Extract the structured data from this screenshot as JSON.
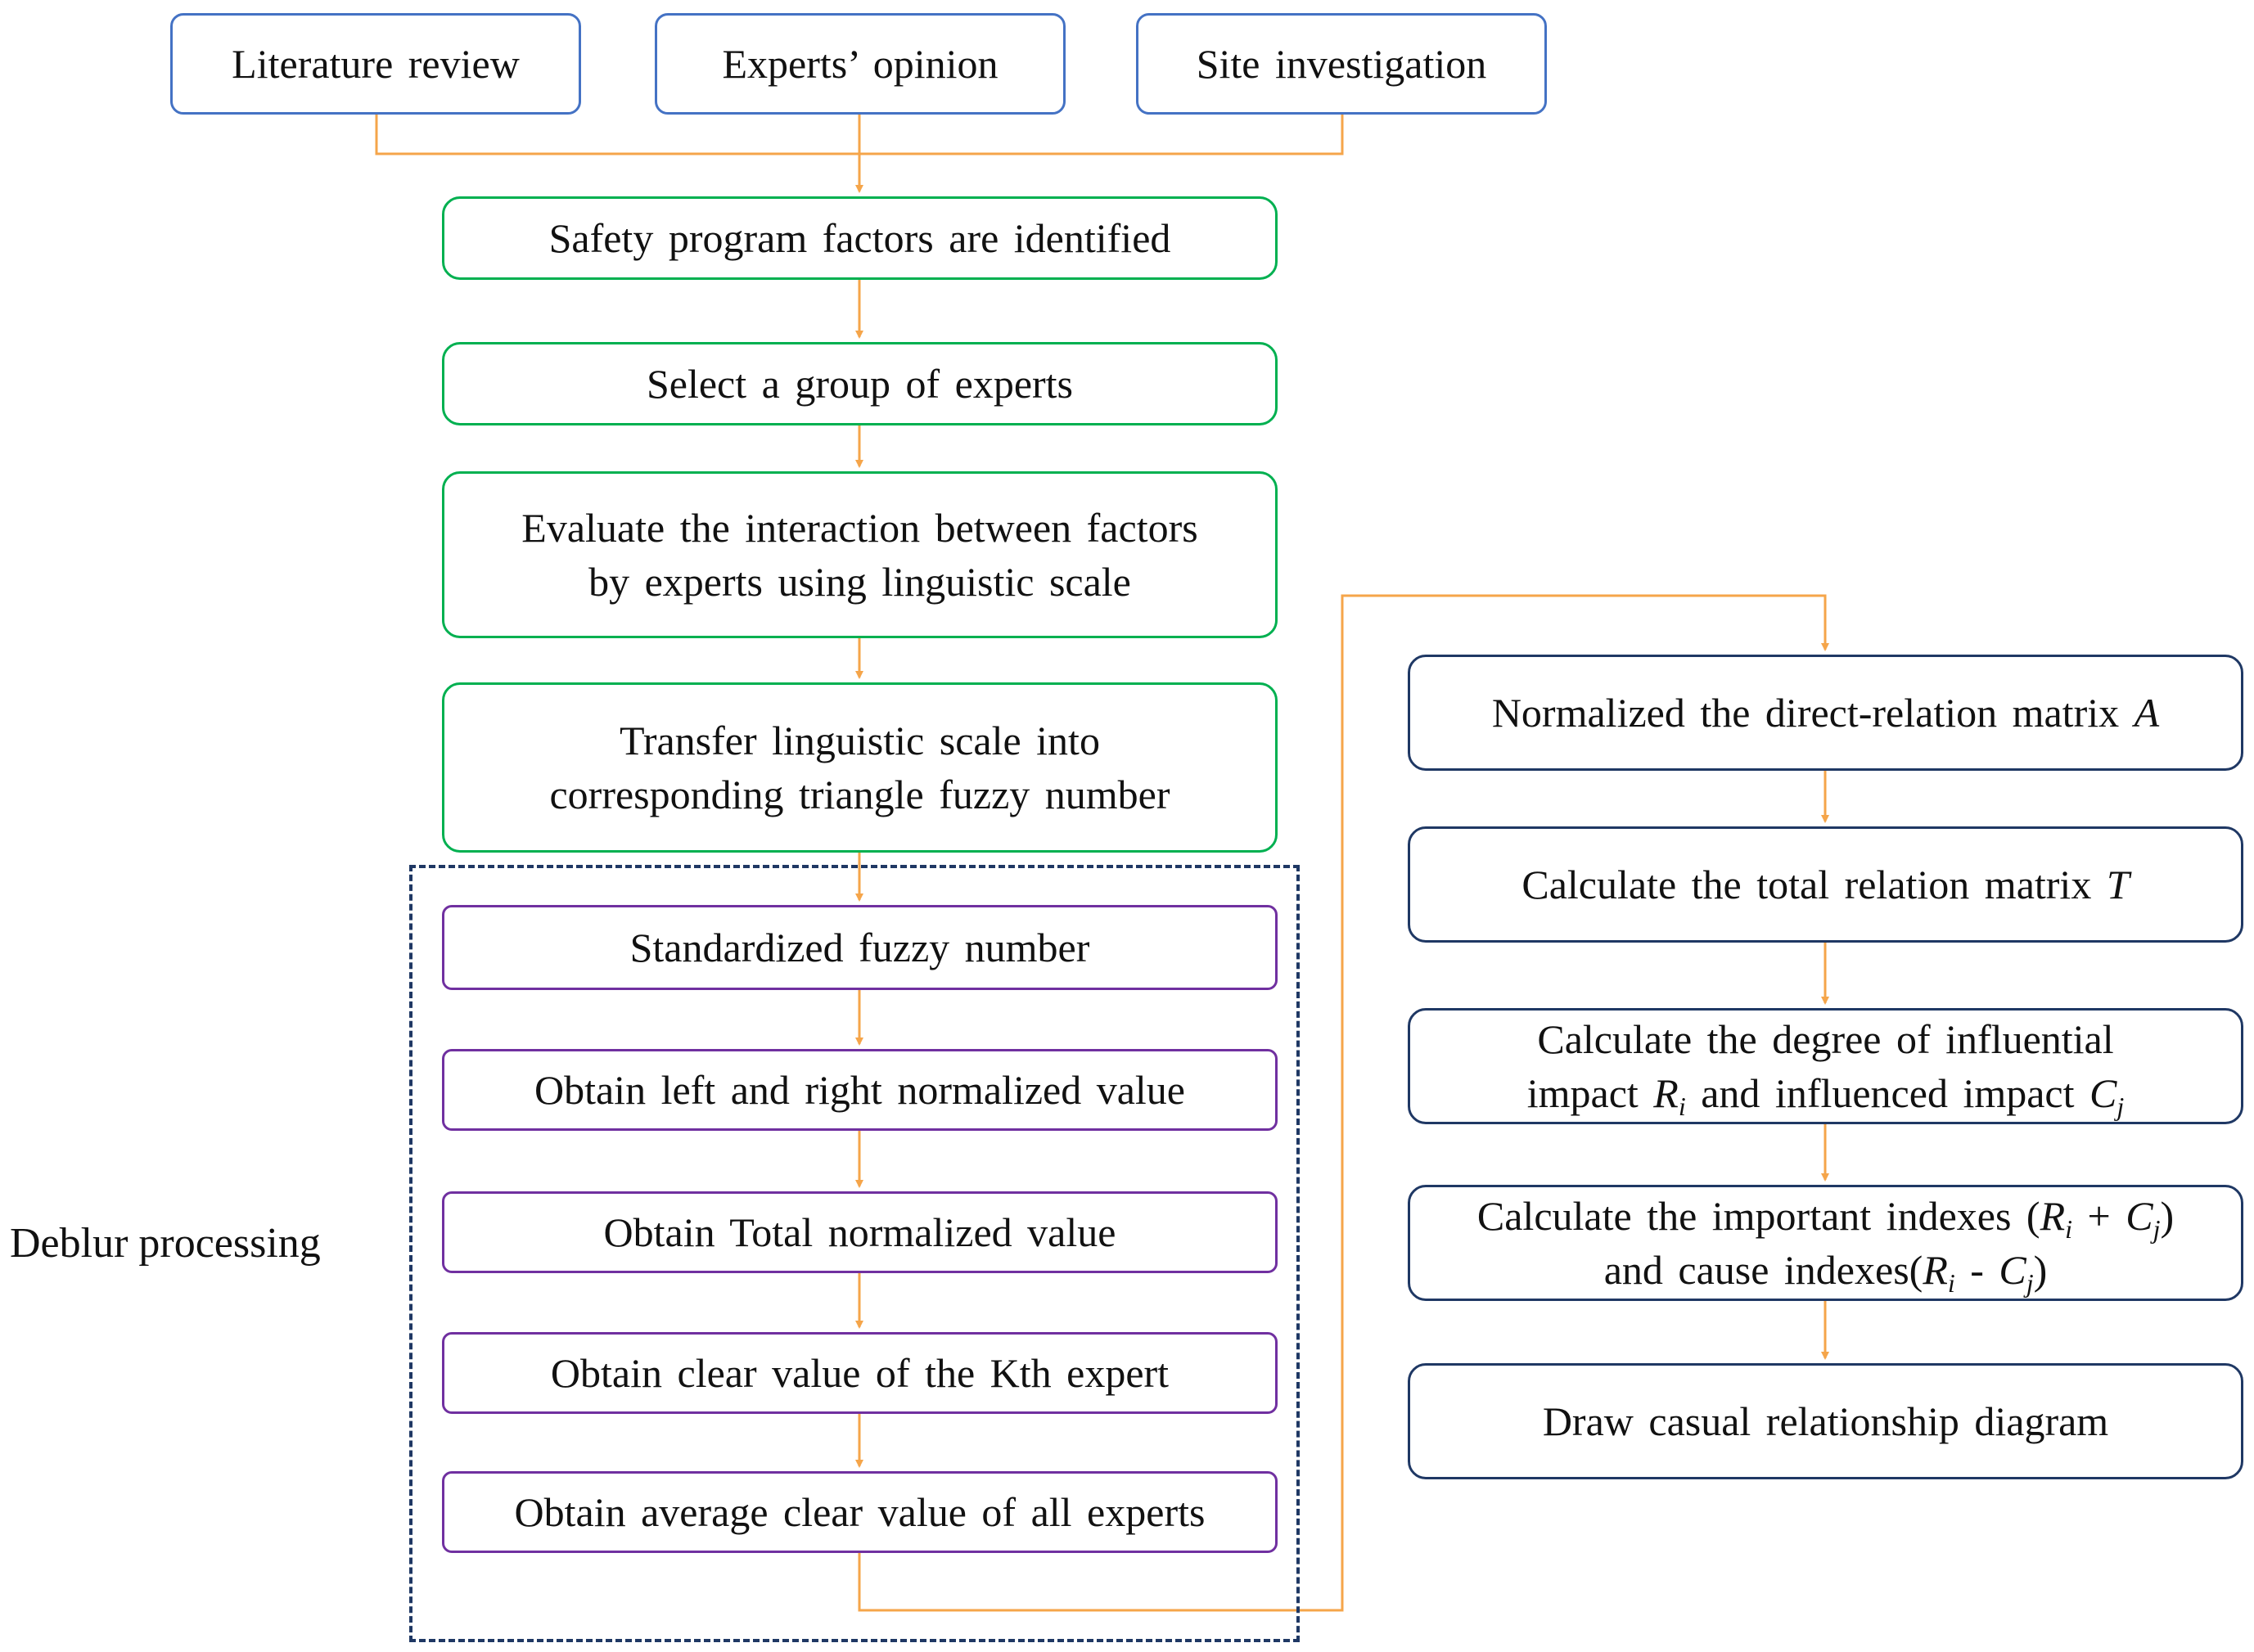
{
  "colors": {
    "source_border": "#4472C4",
    "step_border": "#00B050",
    "deblur_border": "#7030A0",
    "dematel_border": "#1F3864",
    "connector": "#F5A54A",
    "deblur_frame": "#1F3864"
  },
  "sources": [
    {
      "label": "Literature  review"
    },
    {
      "label": "Experts’ opinion"
    },
    {
      "label": "Site investigation"
    }
  ],
  "main_steps": [
    {
      "lines": [
        "Safety program  factors are identified"
      ]
    },
    {
      "lines": [
        "Select a group  of experts"
      ]
    },
    {
      "lines": [
        "Evaluate the interaction between factors",
        "by experts using linguistic scale"
      ]
    },
    {
      "lines": [
        "Transfer linguistic scale into",
        "corresponding triangle fuzzy number"
      ]
    }
  ],
  "deblur": {
    "label": "Deblur processing",
    "steps": [
      {
        "label": "Standardized  fuzzy number"
      },
      {
        "label": "Obtain  left and right normalized  value"
      },
      {
        "label": "Obtain  Total normalized value"
      },
      {
        "label": "Obtain  clear value of the Kth expert"
      },
      {
        "label": "Obtain average  clear value of all experts"
      }
    ]
  },
  "dematel_steps": {
    "s1": {
      "text": "Normalized  the direct-relation matrix ",
      "var": "A"
    },
    "s2": {
      "text": "Calculate  the total relation matrix ",
      "var": "T"
    },
    "s3": {
      "line1": "Calculate  the degree of  influential",
      "line2_a": "impact ",
      "r": "R",
      "r_sub": "i",
      "line2_b": " and influenced impact ",
      "c": "C",
      "c_sub": "j"
    },
    "s4": {
      "line1_a": "Calculate  the important indexes (",
      "r": "R",
      "r_sub": "i",
      "plus": " + ",
      "c": "C",
      "c_sub": "j",
      "close": ")",
      "line2_a": "and cause  indexes(",
      "minus": " - "
    },
    "s5": {
      "text": "Draw casual relationship  diagram"
    }
  }
}
